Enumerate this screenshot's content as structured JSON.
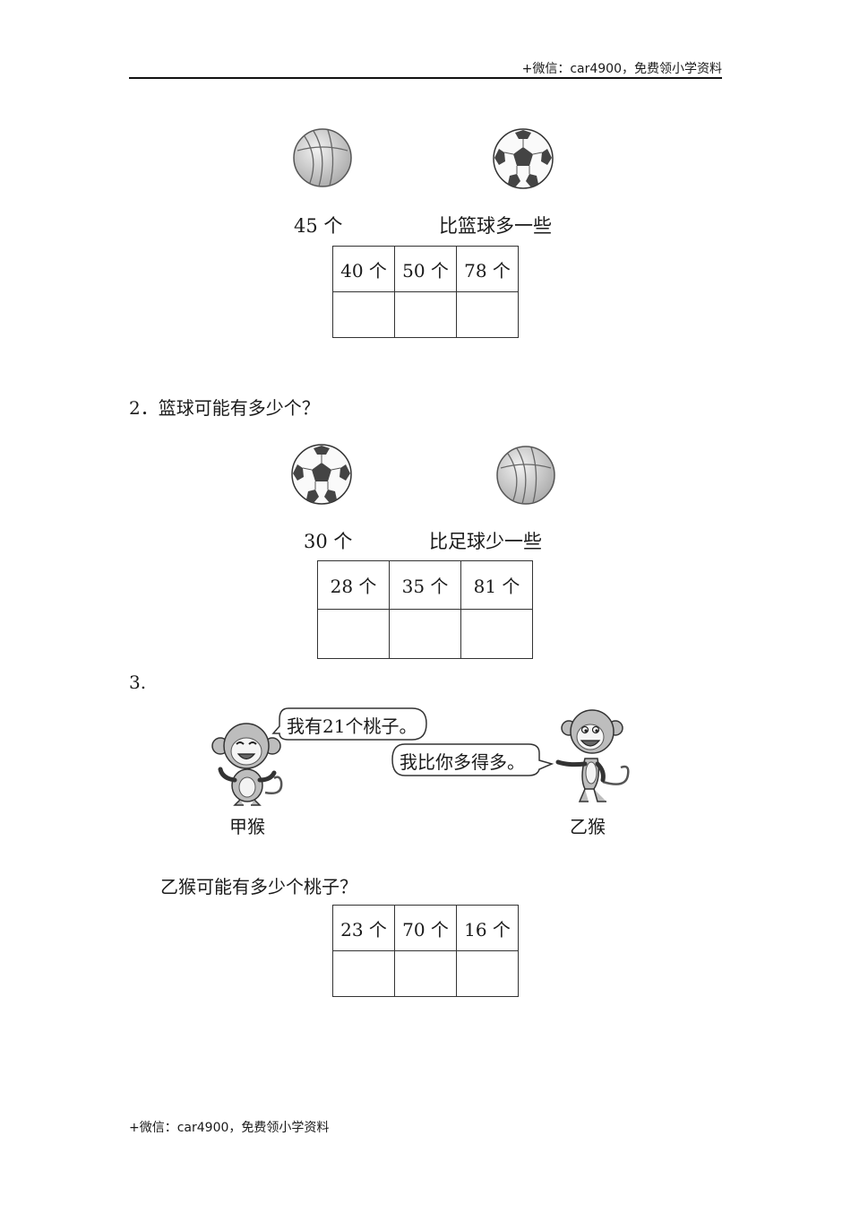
{
  "header": {
    "note": "+微信：car4900，免费领小学资料"
  },
  "footer": {
    "note": "+微信：car4900，免费领小学资料"
  },
  "q1": {
    "left_label": "45 个",
    "right_label": "比篮球多一些",
    "options": [
      "40 个",
      "50 个",
      "78 个"
    ]
  },
  "q2": {
    "title": "2．篮球可能有多少个？",
    "left_label": "30 个",
    "right_label": "比足球少一些",
    "options": [
      "28 个",
      "35 个",
      "81 个"
    ]
  },
  "q3": {
    "number": "3.",
    "bubble_left": "我有21个桃子。",
    "bubble_right": "我比你多得多。",
    "monkey_left": "甲猴",
    "monkey_right": "乙猴",
    "question": "乙猴可能有多少个桃子？",
    "options": [
      "23 个",
      "70 个",
      "16 个"
    ]
  }
}
